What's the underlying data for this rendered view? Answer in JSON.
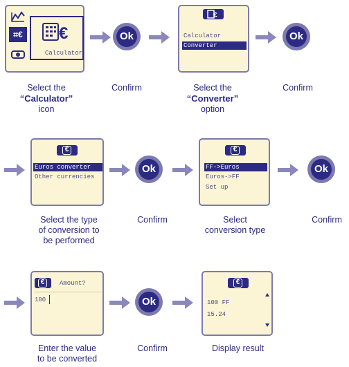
{
  "row1": {
    "screen1": {
      "label": "Calculator"
    },
    "caption1": {
      "line1": "Select the",
      "bold": "“Calculator”",
      "line3": "icon"
    },
    "ok1": "Ok",
    "confirm1": "Confirm",
    "screen2": {
      "items": [
        "Calculator",
        "Converter"
      ],
      "selected": 1
    },
    "caption2": {
      "line1": "Select the",
      "bold": "“Converter”",
      "line3": "option"
    },
    "ok2": "Ok",
    "confirm2": "Confirm"
  },
  "row2": {
    "screen1": {
      "items": [
        "Euros converter",
        "Other currencies"
      ],
      "selected": 0
    },
    "caption1": {
      "line1": "Select the type",
      "line2": "of conversion to",
      "line3": "be performed"
    },
    "ok1": "Ok",
    "confirm1": "Confirm",
    "screen2": {
      "items": [
        "FF->Euros",
        "Euros->FF",
        "Set up"
      ],
      "selected": 0
    },
    "caption2": {
      "line1": "Select",
      "line2": "conversion type"
    },
    "ok2": "Ok",
    "confirm2": "Confirm"
  },
  "row3": {
    "screen1": {
      "prompt": "Amount?",
      "value": "100"
    },
    "caption1": {
      "line1": "Enter the value",
      "line2": "to be converted"
    },
    "ok1": "Ok",
    "confirm1": "Confirm",
    "screen2": {
      "line1": "100 FF",
      "line2": "15.24"
    },
    "caption2": {
      "line1": "Display result"
    }
  },
  "colors": {
    "navy": "#2c2a82",
    "lavender": "#7c7aae",
    "screen_bg": "#fbf5d6"
  },
  "icons": [
    "calculator-icon",
    "euro-icon",
    "clock-icon",
    "phone-icon"
  ]
}
